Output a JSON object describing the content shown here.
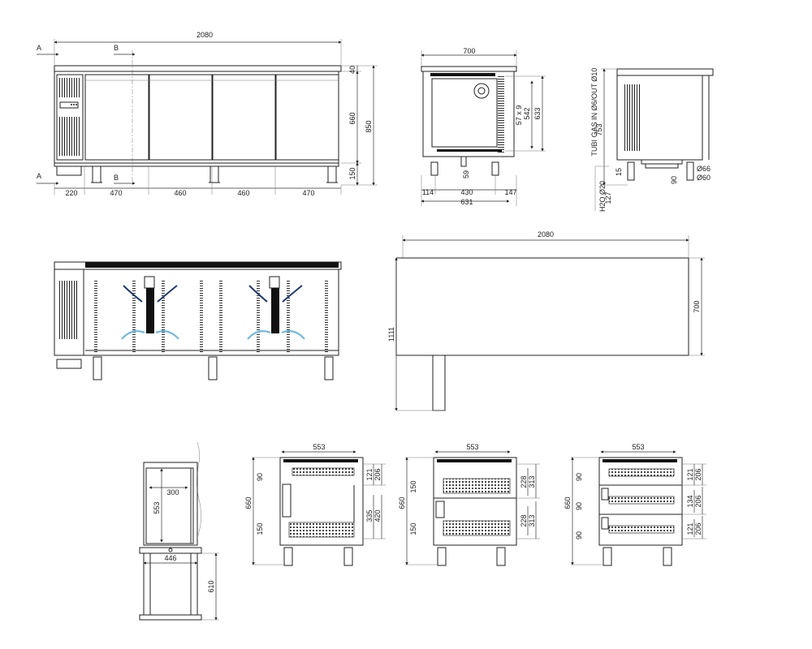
{
  "front_view": {
    "overall_width": "2080",
    "section_a": "A",
    "section_b": "B",
    "top_height": "40",
    "body_height": "660",
    "total_height": "850",
    "leg_height": "150",
    "segments": [
      "220",
      "470",
      "460",
      "460",
      "470"
    ]
  },
  "side_section": {
    "width": "700",
    "inner_height": "633",
    "shelf_height": "542",
    "slot": "57 x 9",
    "drain": "59",
    "bottom_segments": [
      "114",
      "430",
      "147"
    ],
    "bottom_total": "631"
  },
  "side_view": {
    "height": "753",
    "gas_label": "TUBI GAS IN Ø6/OUT Ø10",
    "water_label": "H2O Ø20",
    "offset_127": "127",
    "offset_15": "15",
    "offset_90": "90",
    "diameter_66": "Ø66",
    "diameter_60": "Ø60"
  },
  "plan_view": {
    "width": "2080",
    "depth": "700",
    "open_depth": "1111"
  },
  "drawer_plan": {
    "inner_width": "300",
    "inner_depth": "553",
    "outer_width": "446",
    "extension": "610"
  },
  "drawer_config_1": {
    "width": "553",
    "height": "660",
    "top_gap": "90",
    "bottom_gap": "150",
    "d121": "121",
    "d206": "206",
    "d335": "335",
    "d420": "420"
  },
  "drawer_config_2": {
    "width": "553",
    "height": "660",
    "gap_top": "150",
    "gap_bottom": "150",
    "d228a": "228",
    "d313a": "313",
    "d228b": "228",
    "d313b": "313"
  },
  "drawer_config_3": {
    "width": "553",
    "height": "660",
    "gap1": "90",
    "gap2": "90",
    "gap3": "90",
    "d121a": "121",
    "d206a": "206",
    "d134": "134",
    "d206b": "206",
    "d121b": "121",
    "d206c": "206"
  }
}
